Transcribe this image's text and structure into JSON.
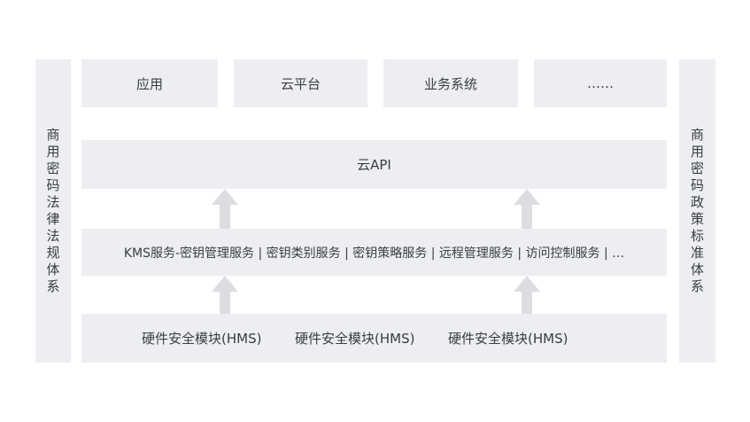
{
  "left_panel": {
    "label": "商用密码法律法规体系"
  },
  "right_panel": {
    "label": "商用密码政策标准体系"
  },
  "top_row": [
    {
      "label": "应用"
    },
    {
      "label": "云平台"
    },
    {
      "label": "业务系统"
    },
    {
      "label": "……"
    }
  ],
  "api_layer": {
    "label": "云API"
  },
  "services_layer": {
    "label": "KMS服务-密钥管理服务 | 密钥类别服务 | 密钥策略服务 | 远程管理服务 | 访问控制服务 | …"
  },
  "hsm_layer": {
    "items": [
      {
        "label": "硬件安全模块(HMS)"
      },
      {
        "label": "硬件安全模块(HMS)"
      },
      {
        "label": "硬件安全模块(HMS)"
      }
    ]
  },
  "colors": {
    "box_fill": "#edeef2",
    "arrow_fill": "#dcdde1",
    "text": "#3a3d44"
  }
}
